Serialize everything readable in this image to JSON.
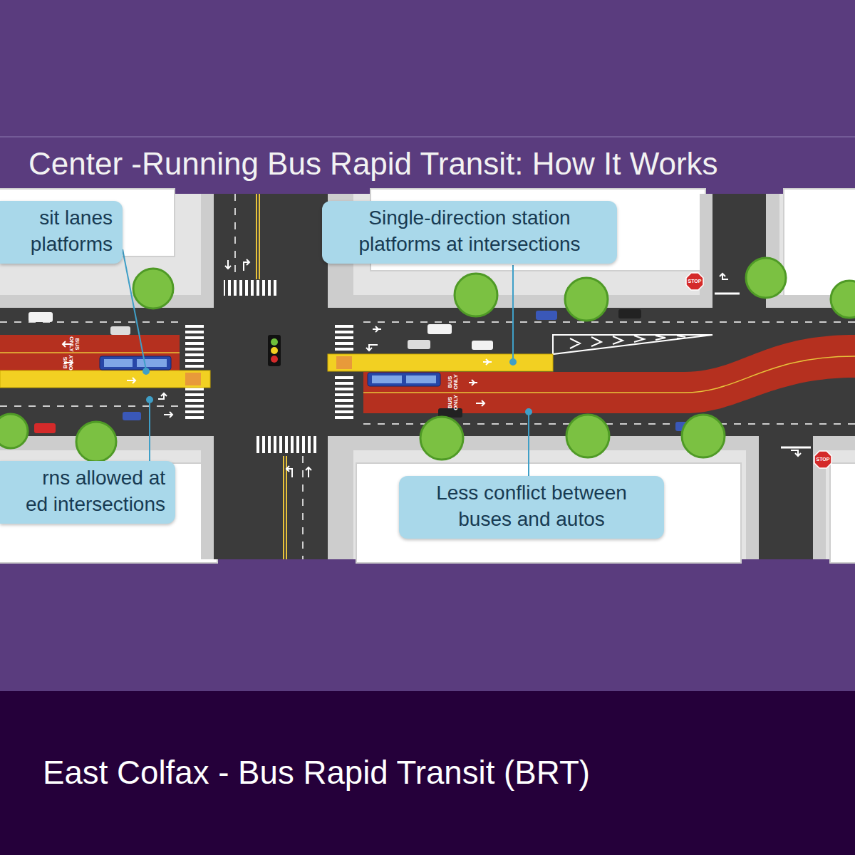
{
  "diagram": {
    "title": "Center -Running Bus Rapid Transit: How It Works",
    "caption": "East Colfax - Bus Rapid Transit (BRT)",
    "nodes": [
      {
        "text": [
          "sit lanes platforms"
        ]
      },
      {
        "text": [
          "Single-direction station platforms at intersections"
        ]
      },
      {
        "text": [
          "rns allowed at ed intersections"
        ]
      },
      {
        "text": [
          "Less conflict between buses and autos"
        ]
      }
    ],
    "labels": [
      "BUS ONLY",
      "BUS ONLY",
      "BUS ONLY",
      "BUS ONLY",
      "STOP",
      "STOP"
    ]
  }
}
